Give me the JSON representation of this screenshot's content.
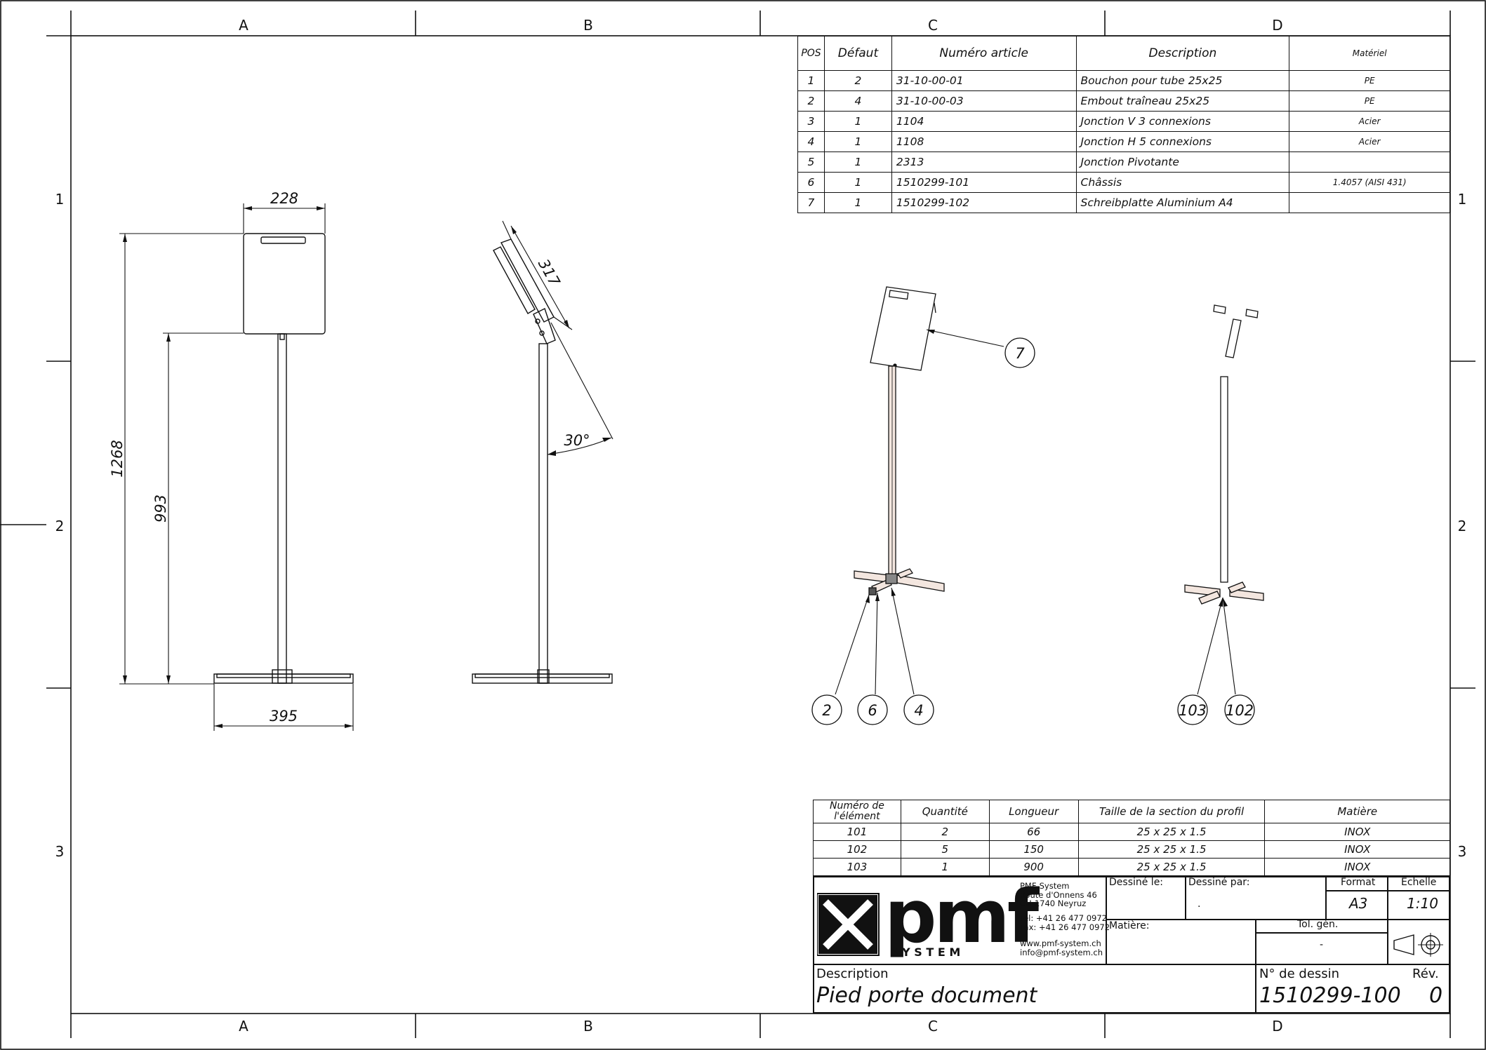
{
  "zones": {
    "columns": [
      "A",
      "B",
      "C",
      "D"
    ],
    "rows": [
      "1",
      "2",
      "3"
    ]
  },
  "dimensions": {
    "front_width_top": "228",
    "front_height_total": "1268",
    "front_height_lower": "993",
    "front_base_width": "395",
    "side_panel_length": "317",
    "side_angle": "30°"
  },
  "balloons": {
    "b7": "7",
    "b2": "2",
    "b6": "6",
    "b4": "4",
    "b103": "103",
    "b102": "102"
  },
  "parts_table": {
    "headers": [
      "POS",
      "Défaut",
      "Numéro article",
      "Description",
      "Matériel"
    ],
    "rows": [
      [
        "1",
        "2",
        "31-10-00-01",
        "Bouchon pour tube 25x25",
        "PE"
      ],
      [
        "2",
        "4",
        "31-10-00-03",
        "Embout traîneau 25x25",
        "PE"
      ],
      [
        "3",
        "1",
        "1104",
        "Jonction V 3 connexions",
        "Acier"
      ],
      [
        "4",
        "1",
        "1108",
        "Jonction H 5 connexions",
        "Acier"
      ],
      [
        "5",
        "1",
        "2313",
        "Jonction Pivotante",
        ""
      ],
      [
        "6",
        "1",
        "1510299-101",
        "Châssis",
        "1.4057 (AISI 431)"
      ],
      [
        "7",
        "1",
        "1510299-102",
        "Schreibplatte Aluminium A4",
        ""
      ]
    ]
  },
  "profile_table": {
    "headers": [
      "Numéro de l'élément",
      "Quantité",
      "Longueur",
      "Taille  de la section du profil",
      "Matière"
    ],
    "rows": [
      [
        "101",
        "2",
        "66",
        "25 x 25 x 1.5",
        "INOX"
      ],
      [
        "102",
        "5",
        "150",
        "25 x 25 x 1.5",
        "INOX"
      ],
      [
        "103",
        "1",
        "900",
        "25 x 25 x 1.5",
        "INOX"
      ]
    ]
  },
  "title_block": {
    "logo_text": "pmf",
    "logo_sub": "S Y S T E M",
    "company": "PMF-System",
    "street": "Route d'Onnens 46",
    "city": "CH-1740 Neyruz",
    "tel": "Tél:  +41 26 477 0972",
    "fax": "Fax: +41 26 477 0972",
    "web": "www.pmf-system.ch",
    "email": "info@pmf-system.ch",
    "drawn_on_label": "Dessiné le:",
    "drawn_by_label": "Dessiné par:",
    "drawn_by_value": ".",
    "format_label": "Format",
    "format_value": "A3",
    "scale_label": "Échelle",
    "scale_value": "1:10",
    "material_label": "Matière:",
    "tolerance_label": "Tol. gén.",
    "tolerance_value": "-",
    "description_label": "Description",
    "description_value": "Pied porte document",
    "drawing_no_label": "N° de dessin",
    "drawing_no_value": "1510299-100",
    "revision_label": "Rév.",
    "revision_value": "0"
  }
}
